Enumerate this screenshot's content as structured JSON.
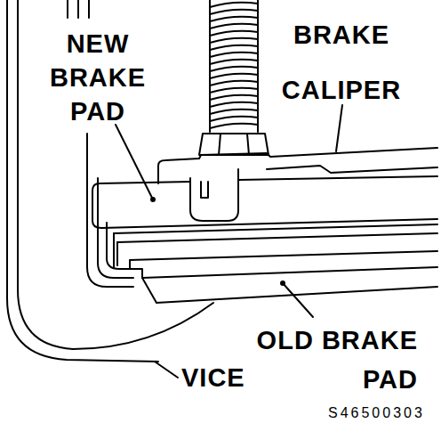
{
  "diagram": {
    "labels": [
      "NEW BRAKE PAD",
      "BRAKE CALIPER",
      "OLD BRAKE PAD",
      "VICE",
      "S46500303"
    ]
  }
}
